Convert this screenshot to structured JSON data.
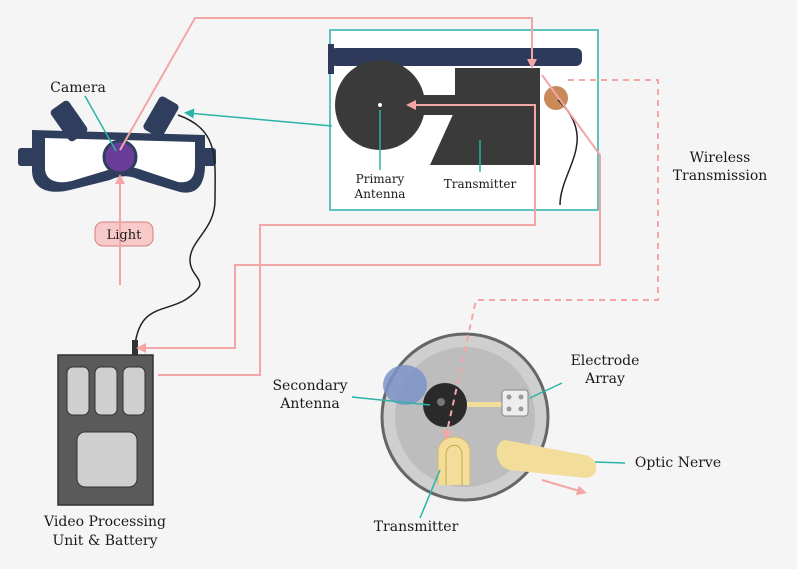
{
  "labels": {
    "camera": "Camera",
    "light": "Light",
    "primary_antenna_1": "Primary",
    "primary_antenna_2": "Antenna",
    "transmitter_top": "Transmitter",
    "wireless_1": "Wireless",
    "wireless_2": "Transmission",
    "secondary_antenna_1": "Secondary",
    "secondary_antenna_2": "Antenna",
    "electrode_1": "Electrode",
    "electrode_2": "Array",
    "optic_nerve": "Optic Nerve",
    "transmitter_bottom": "Transmitter",
    "vpu_1": "Video Processing",
    "vpu_2": "Unit & Battery"
  },
  "colors": {
    "signal_path": "#f4a6a6",
    "pointer": "#2ab3a6",
    "device_dark": "#3a3a3a",
    "goggle_frame": "#2e3e5c",
    "camera_lens": "#6a3d9a",
    "light_box": "#f8c9c9",
    "optic_nerve": "#f3dd9a",
    "eye_fill": "#cfcfcf",
    "vpu_fill": "#5a5a5a",
    "antenna_bar": "#2e3a5c"
  }
}
